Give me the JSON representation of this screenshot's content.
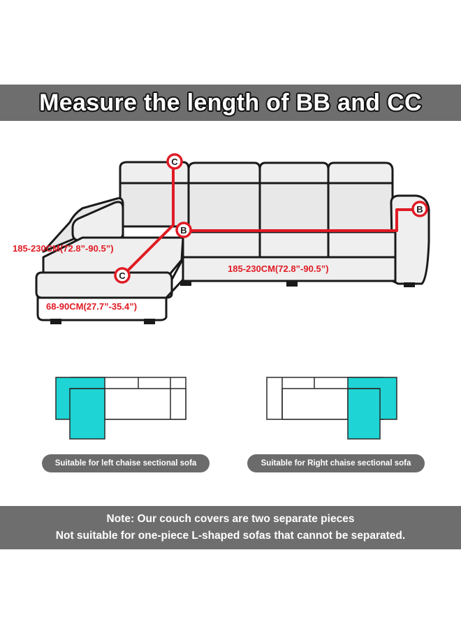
{
  "title": "Measure the length of BB and CC",
  "markers": {
    "b": "B",
    "c": "C"
  },
  "dimensions": {
    "left_chaise_length": "185-230CM(72.8”-90.5”)",
    "main_length": "185-230CM(72.8”-90.5”)",
    "chaise_width": "68-90CM(27.7”-35.4”)"
  },
  "labels": {
    "left_chaise": "Suitable for left chaise sectional sofa",
    "right_chaise": "Suitable for Right chaise sectional sofa"
  },
  "note": {
    "line1": "Note: Our couch covers are two separate pieces",
    "line2": "Not suitable for one-piece L-shaped sofas that cannot be separated."
  },
  "colors": {
    "banner": "#6e6e6e",
    "measure_red": "#e01b24",
    "highlight_cyan": "#1fd4d4",
    "sofa_fill": "#efefef",
    "outline": "#1a1a1a"
  }
}
